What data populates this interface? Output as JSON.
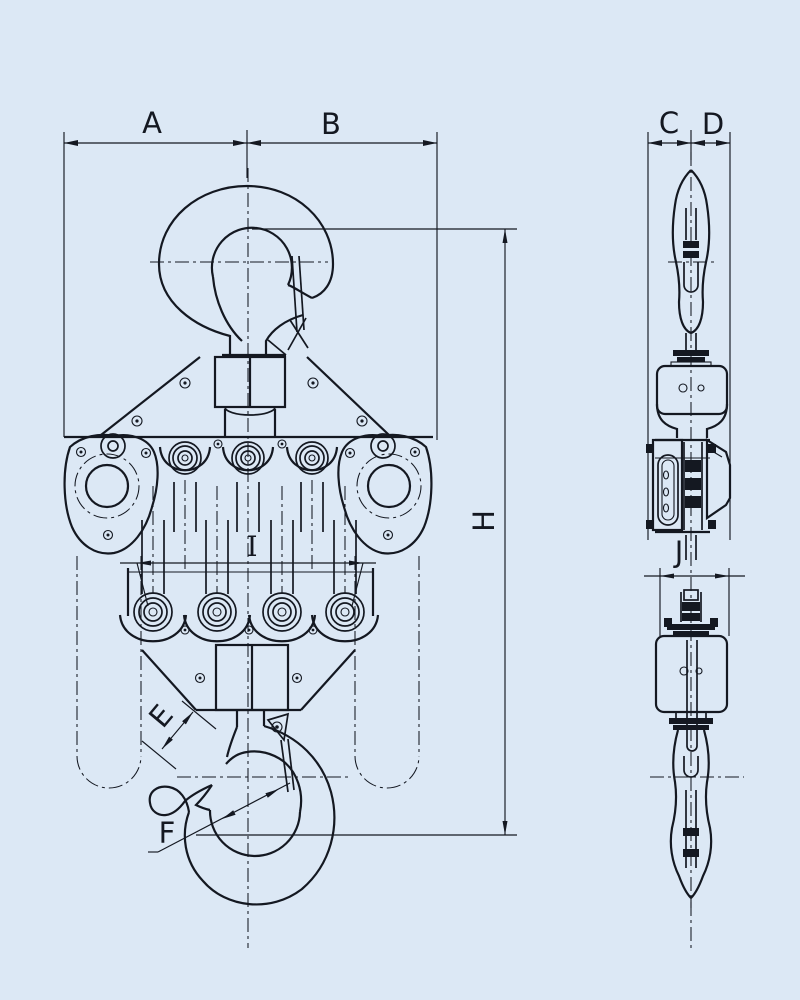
{
  "drawing": {
    "type": "engineering-dimension-diagram",
    "subject": "chain hoist block, front and side elevation views",
    "background_color": "#dce8f5",
    "line_color": "#141821",
    "views": {
      "front_view": "hoist front elevation with top hook, sheave rows, chain falls and bottom hook",
      "side_view_upper": "hoist side elevation: top hook, suspension body, chain wheel housing",
      "side_view_lower": "bottom block side elevation with hook"
    },
    "labels": {
      "a": "A",
      "b": "B",
      "c": "C",
      "d": "D",
      "e": "E",
      "f": "F",
      "h": "H",
      "i": "I",
      "j": "J"
    }
  }
}
